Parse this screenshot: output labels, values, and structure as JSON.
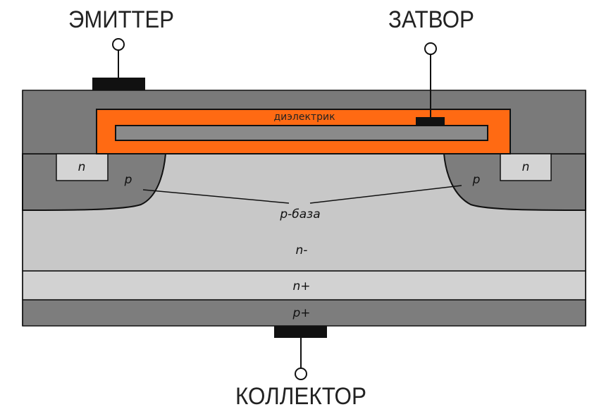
{
  "terminals": {
    "emitter": "ЭМИТТЕР",
    "gate": "ЗАТВОР",
    "collector": "КОЛЛЕКТОР"
  },
  "dielectric": "диэлектрик",
  "regions": {
    "n_left": "n",
    "n_right": "n",
    "p_left": "p",
    "p_right": "p",
    "p_base": "p-база",
    "n_minus": "n-",
    "n_plus": "n+",
    "p_plus": "p+"
  },
  "colors": {
    "emitter_metal": "#7a7a7a",
    "p_well": "#7d7d7d",
    "drift_n_minus": "#c8c8c8",
    "buffer_n_plus": "#d2d2d2",
    "substrate_p_plus": "#7d7d7d",
    "dielectric": "#ff6a13",
    "gate_poly": "#8a8a8a",
    "contact": "#111111",
    "n_plus_island": "#d4d4d4"
  }
}
